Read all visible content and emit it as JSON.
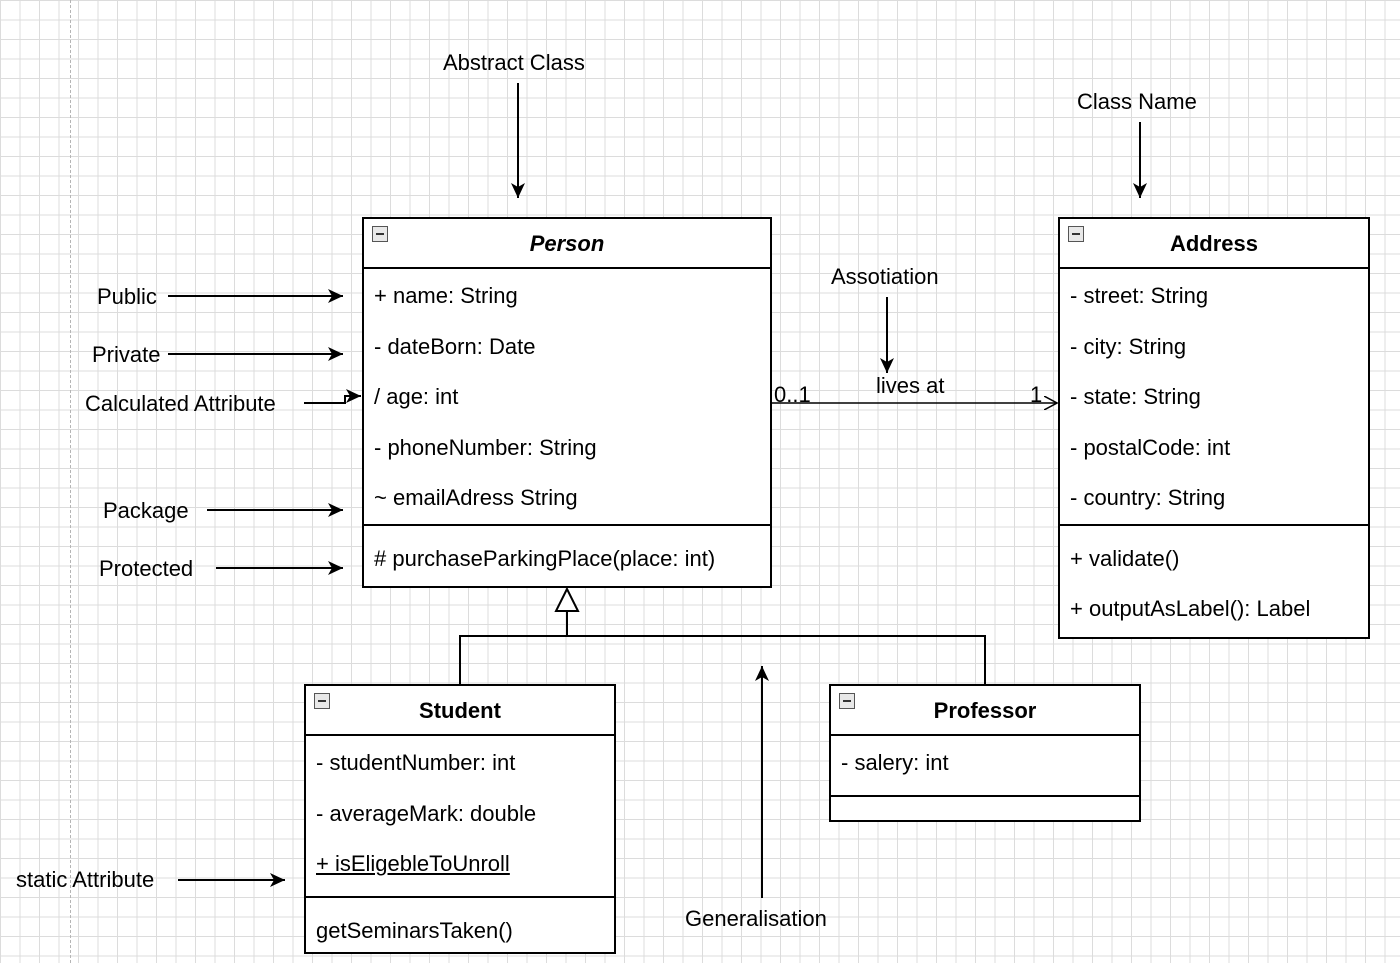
{
  "labels": {
    "abstract_class": "Abstract Class",
    "class_name": "Class Name",
    "public": "Public",
    "private": "Private",
    "calculated_attribute": "Calculated Attribute",
    "package": "Package",
    "protected": "Protected",
    "static_attribute": "static Attribute",
    "association": "Assotiation",
    "lives_at": "lives at",
    "mult_source": "0..1",
    "mult_target": "1",
    "generalisation": "Generalisation"
  },
  "classes": {
    "person": {
      "name": "Person",
      "abstract": true,
      "attributes": [
        "+ name: String",
        "- dateBorn: Date",
        "/ age: int",
        "- phoneNumber: String",
        "~ emailAdress String"
      ],
      "methods": [
        "# purchaseParkingPlace(place: int)"
      ]
    },
    "address": {
      "name": "Address",
      "attributes": [
        "- street: String",
        "- city: String",
        "- state: String",
        "- postalCode: int",
        "- country: String"
      ],
      "methods": [
        "+ validate()",
        "+ outputAsLabel(): Label"
      ]
    },
    "student": {
      "name": "Student",
      "attributes": [
        "- studentNumber: int",
        "- averageMark: double",
        "+ isEligebleToUnroll"
      ],
      "methods": [
        "getSeminarsTaken()"
      ]
    },
    "professor": {
      "name": "Professor",
      "attributes": [
        "- salery: int"
      ],
      "methods": []
    }
  }
}
